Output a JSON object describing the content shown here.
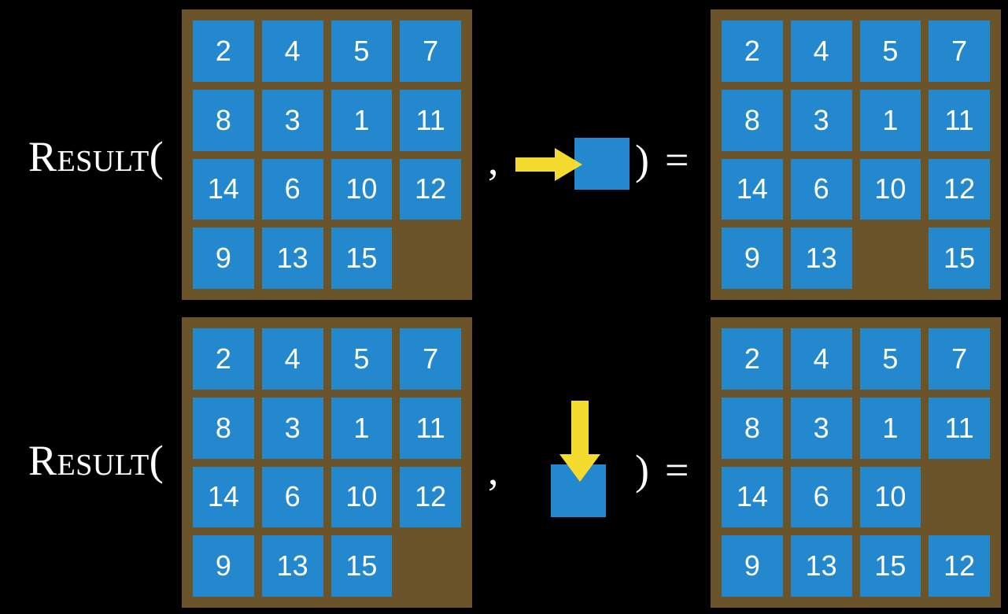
{
  "background_color": "#000000",
  "board_color": "#6b5429",
  "tile_color": "#2488ce",
  "tile_text_color": "#ffffff",
  "arrow_color": "#f5db2e",
  "blank_label": "",
  "rows": [
    {
      "label": "Result(",
      "comma": ",",
      "paren_close": ")",
      "equals": "=",
      "operation": "slide-right",
      "input_board": {
        "rows": 4,
        "cols": 4,
        "tiles": [
          [
            "2",
            "4",
            "5",
            "7"
          ],
          [
            "8",
            "3",
            "1",
            "11"
          ],
          [
            "14",
            "6",
            "10",
            "12"
          ],
          [
            "9",
            "13",
            "15",
            ""
          ]
        ]
      },
      "output_board": {
        "rows": 4,
        "cols": 4,
        "tiles": [
          [
            "2",
            "4",
            "5",
            "7"
          ],
          [
            "8",
            "3",
            "1",
            "11"
          ],
          [
            "14",
            "6",
            "10",
            "12"
          ],
          [
            "9",
            "13",
            "",
            "15"
          ]
        ]
      }
    },
    {
      "label": "Result(",
      "comma": ",",
      "paren_close": ")",
      "equals": "=",
      "operation": "slide-down",
      "input_board": {
        "rows": 4,
        "cols": 4,
        "tiles": [
          [
            "2",
            "4",
            "5",
            "7"
          ],
          [
            "8",
            "3",
            "1",
            "11"
          ],
          [
            "14",
            "6",
            "10",
            "12"
          ],
          [
            "9",
            "13",
            "15",
            ""
          ]
        ]
      },
      "output_board": {
        "rows": 4,
        "cols": 4,
        "tiles": [
          [
            "2",
            "4",
            "5",
            "7"
          ],
          [
            "8",
            "3",
            "1",
            "11"
          ],
          [
            "14",
            "6",
            "10",
            ""
          ],
          [
            "9",
            "13",
            "15",
            "12"
          ]
        ]
      }
    }
  ]
}
